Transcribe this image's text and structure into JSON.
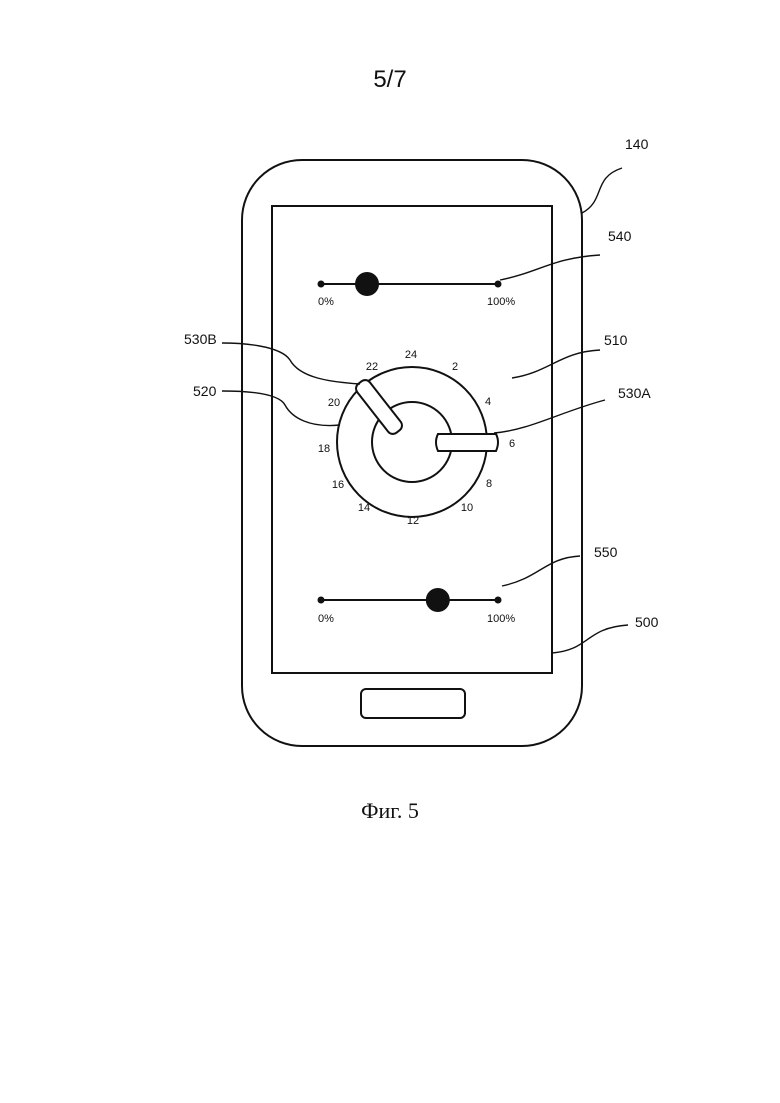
{
  "sheet": "5/7",
  "caption": "Фиг. 5",
  "refs": {
    "device": "140",
    "slider_top": "540",
    "screen": "510",
    "knob_b": "530B",
    "knob_a": "530A",
    "dial": "520",
    "slider_bottom": "550",
    "body": "500"
  },
  "slider_top": {
    "min_label": "0%",
    "max_label": "100%",
    "value": 0.26
  },
  "slider_bottom": {
    "min_label": "0%",
    "max_label": "100%",
    "value": 0.66
  },
  "dial": {
    "ticks": [
      "24",
      "2",
      "4",
      "6",
      "8",
      "10",
      "12",
      "14",
      "16",
      "18",
      "20",
      "22"
    ]
  },
  "colors": {
    "line": "#111111",
    "background": "#ffffff"
  }
}
